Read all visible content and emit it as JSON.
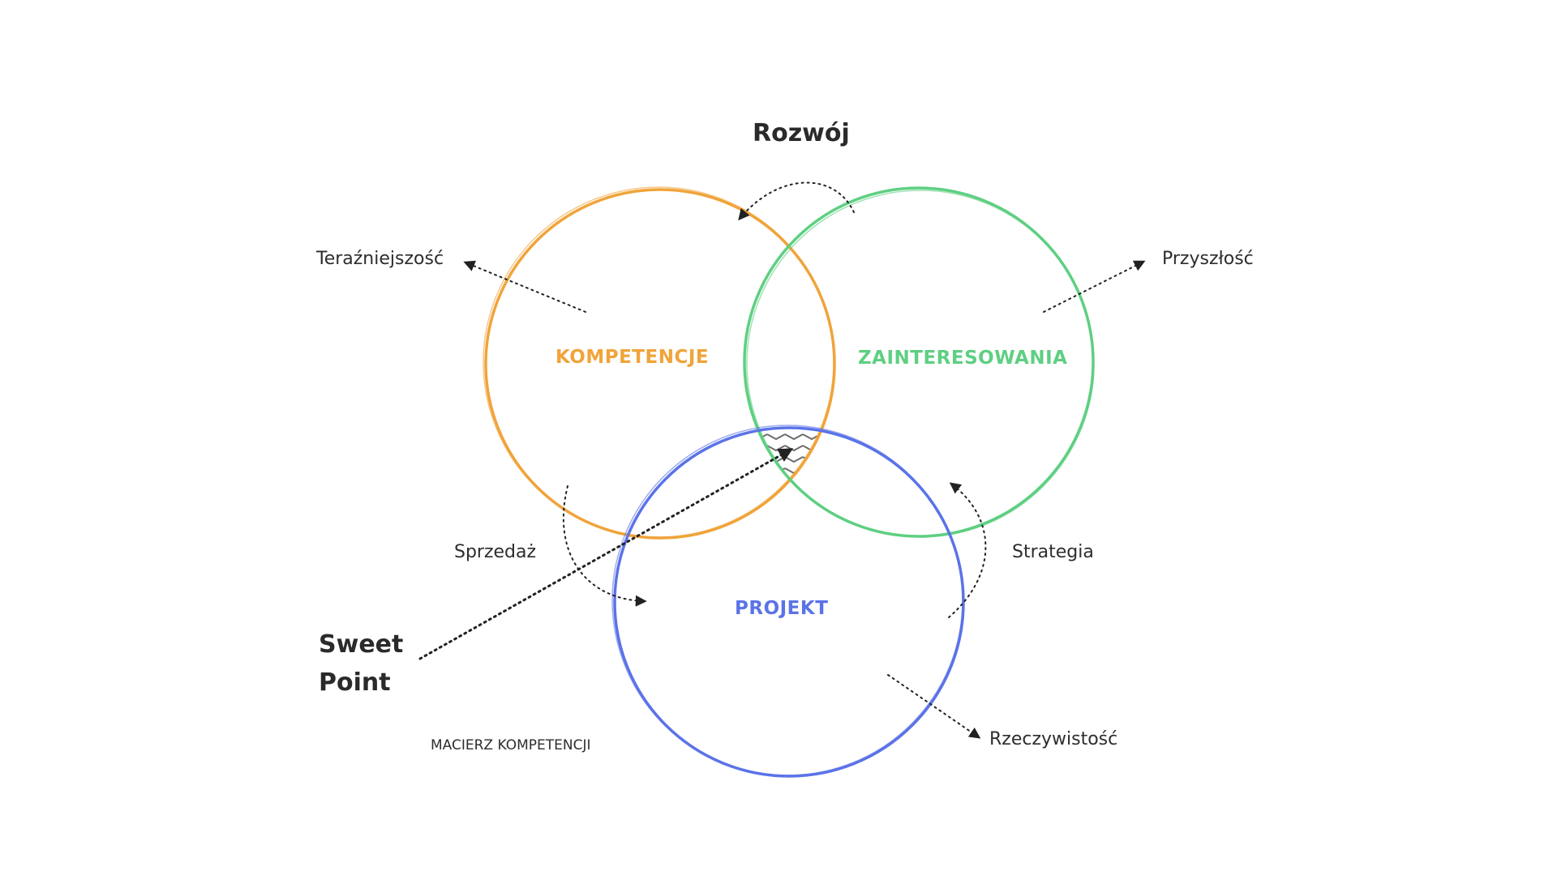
{
  "diagram": {
    "title": "Rozwój",
    "circles": {
      "competences": {
        "label": "KOMPETENCJE",
        "color": "#f0a43a"
      },
      "interests": {
        "label": "ZAINTERESOWANIA",
        "color": "#5fcf82"
      },
      "project": {
        "label": "PROJEKT",
        "color": "#5b73e8"
      }
    },
    "annotations": {
      "present": "Teraźniejszość",
      "future": "Przyszłość",
      "sales": "Sprzedaż",
      "strategy": "Strategia",
      "reality": "Rzeczywistość"
    },
    "sweet_point": {
      "line1": "Sweet",
      "line2": "Point"
    },
    "footer_caption": "MACIERZ KOMPETENCJI",
    "line_color": "#222222"
  }
}
